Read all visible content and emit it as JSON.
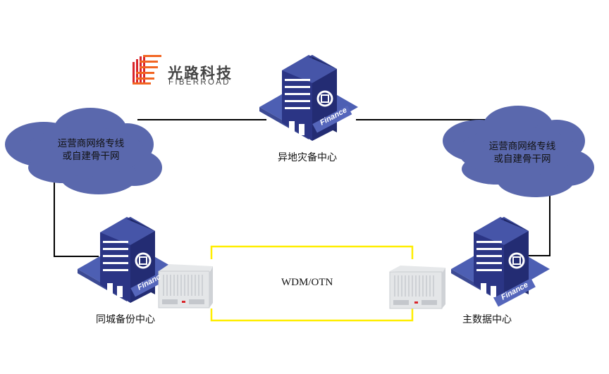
{
  "logo": {
    "name_cn": "光路科技",
    "name_en": "FIBERROAD",
    "accent_colors": [
      "#d9262b",
      "#f26522"
    ]
  },
  "sites": {
    "remote_dr": {
      "label": "异地灾备中心",
      "badge": "Finance"
    },
    "local_backup": {
      "label": "同城备份中心",
      "badge": "Finance"
    },
    "main_dc": {
      "label": "主数据中心",
      "badge": "Finance"
    }
  },
  "clouds": {
    "left": {
      "line1": "运营商网络专线",
      "line2": "或自建骨干网"
    },
    "right": {
      "line1": "运营商网络专线",
      "line2": "或自建骨干网"
    }
  },
  "wdm_link": {
    "label": "WDM/OTN"
  },
  "colors": {
    "cloud": "#5a68ad",
    "building": "#2b3585",
    "wdm_box": "#ffee00",
    "line": "#000000"
  }
}
